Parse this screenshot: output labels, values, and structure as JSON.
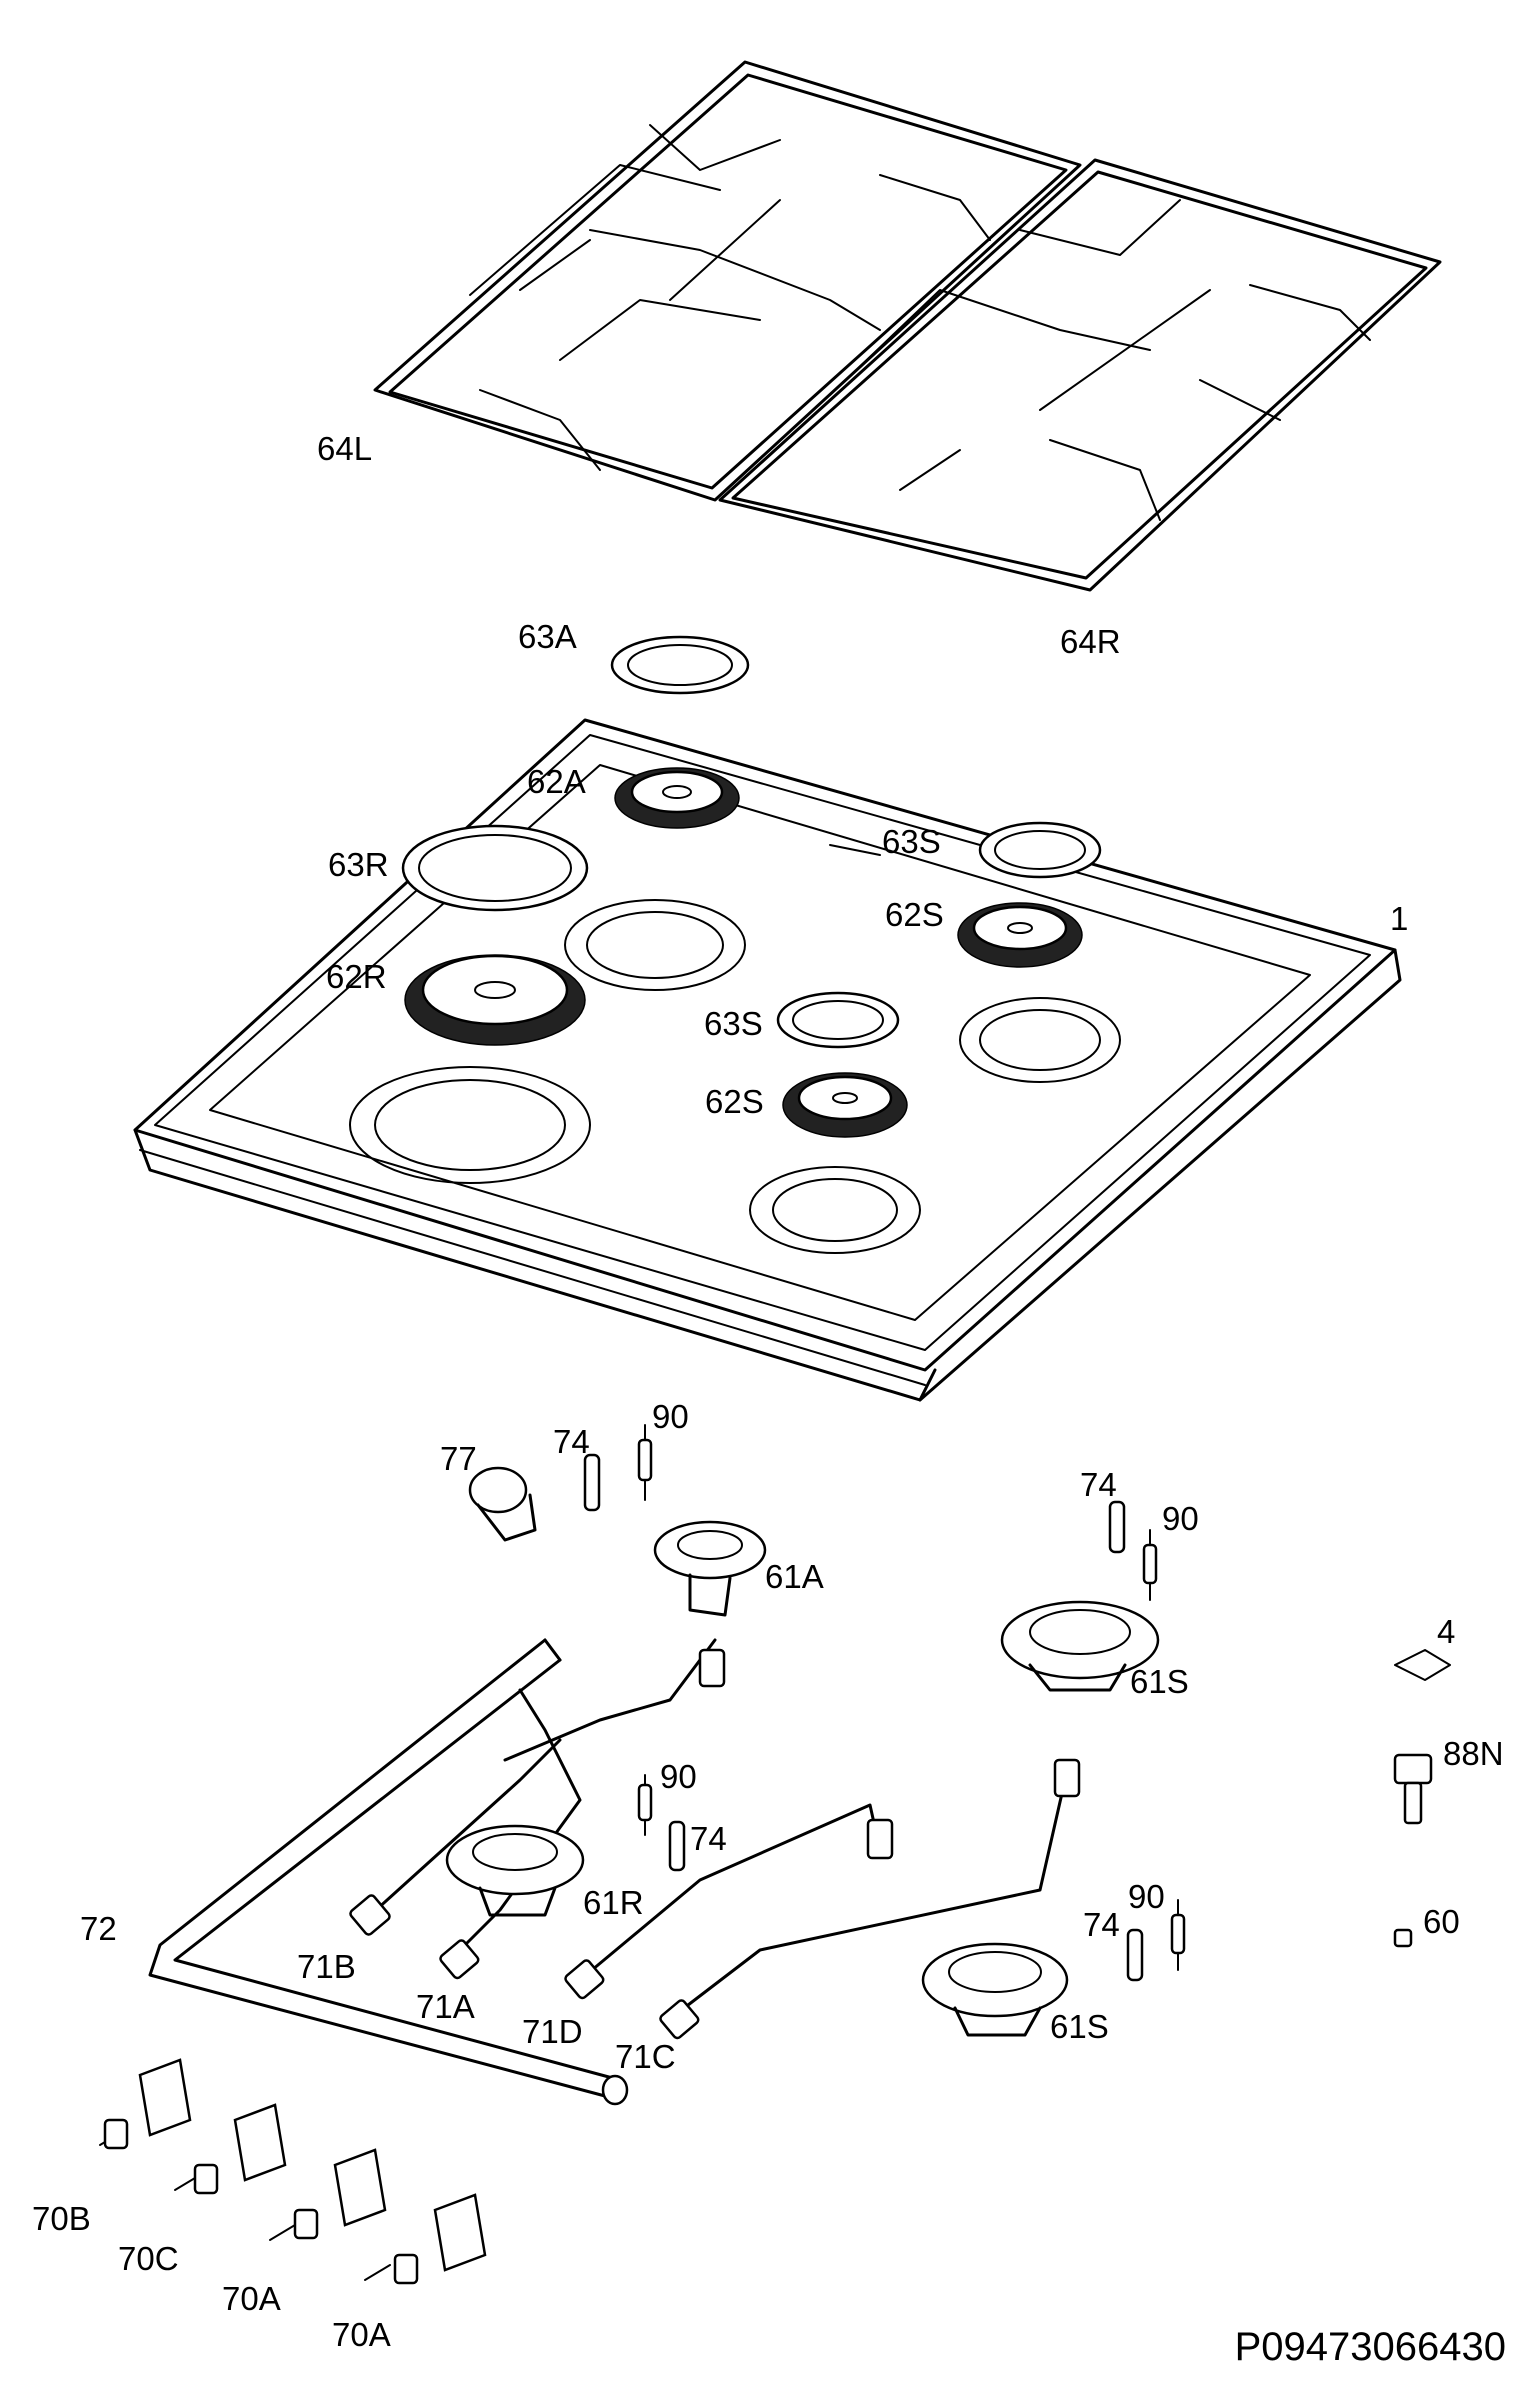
{
  "labels": {
    "l64L": "64L",
    "l64R": "64R",
    "l63A": "63A",
    "l62A": "62A",
    "l63S_1": "63S",
    "l63R": "63R",
    "l62S_1": "62S",
    "l1": "1",
    "l62R": "62R",
    "l63S_2": "63S",
    "l62S_2": "62S",
    "l77": "77",
    "l74_1": "74",
    "l90_1": "90",
    "l74_2": "74",
    "l90_2": "90",
    "l61A": "61A",
    "l4": "4",
    "l61S_1": "61S",
    "l88N": "88N",
    "l90_3": "90",
    "l74_3": "74",
    "l61R": "61R",
    "l72": "72",
    "l90_4": "90",
    "l74_4": "74",
    "l60": "60",
    "l71B": "71B",
    "l71A": "71A",
    "l71D": "71D",
    "l71C": "71C",
    "l61S_2": "61S",
    "l70B": "70B",
    "l70C": "70C",
    "l70A_1": "70A",
    "l70A_2": "70A"
  },
  "drawing_code": "P09473066430"
}
